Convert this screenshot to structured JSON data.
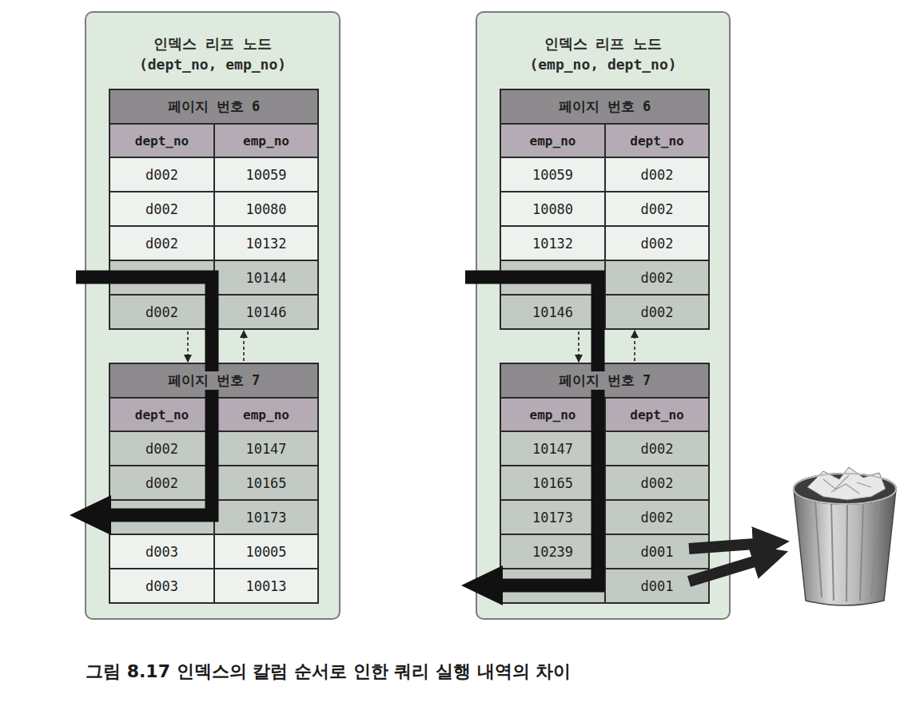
{
  "diagram": {
    "caption": "그림 8.17 인덱스의 칼럼 순서로 인한 쿼리 실행 내역의 차이",
    "nodes": [
      {
        "text": [
          "인덱스 리프 노드",
          "(dept_no, emp_no)"
        ]
      },
      {
        "text": [
          "페이지 번호 6"
        ],
        "in": 0
      },
      {
        "text": [
          "페이지 번호 7"
        ],
        "in": 0
      },
      {
        "text": [
          "인덱스 리프 노드",
          "(emp_no, dept_no)"
        ]
      },
      {
        "text": [
          "페이지 번호 6"
        ],
        "in": 3
      },
      {
        "text": [
          "페이지 번호 7"
        ],
        "in": 3
      }
    ],
    "edges": [
      {
        "from": 1,
        "to": 2,
        "arrow": "to"
      },
      {
        "from": 2,
        "to": 1,
        "arrow": "to"
      },
      {
        "from": 4,
        "to": 5,
        "arrow": "to"
      },
      {
        "from": 5,
        "to": 4,
        "arrow": "to"
      }
    ],
    "labels": [
      "dept_no",
      "emp_no",
      "d002",
      "10059",
      "d002",
      "10080",
      "d002",
      "10132",
      "10144",
      "d002",
      "10146",
      "dept_no",
      "emp_no",
      "d002",
      "10147",
      "d002",
      "10165",
      "10173",
      "d003",
      "10005",
      "d003",
      "10013",
      "emp_no",
      "dept_no",
      "10059",
      "d002",
      "10080",
      "d002",
      "10132",
      "d002",
      "d002",
      "10146",
      "d002",
      "emp_no",
      "dept_no",
      "10147",
      "d002",
      "10165",
      "d002",
      "10173",
      "d002",
      "10239",
      "d001",
      "d001"
    ]
  }
}
